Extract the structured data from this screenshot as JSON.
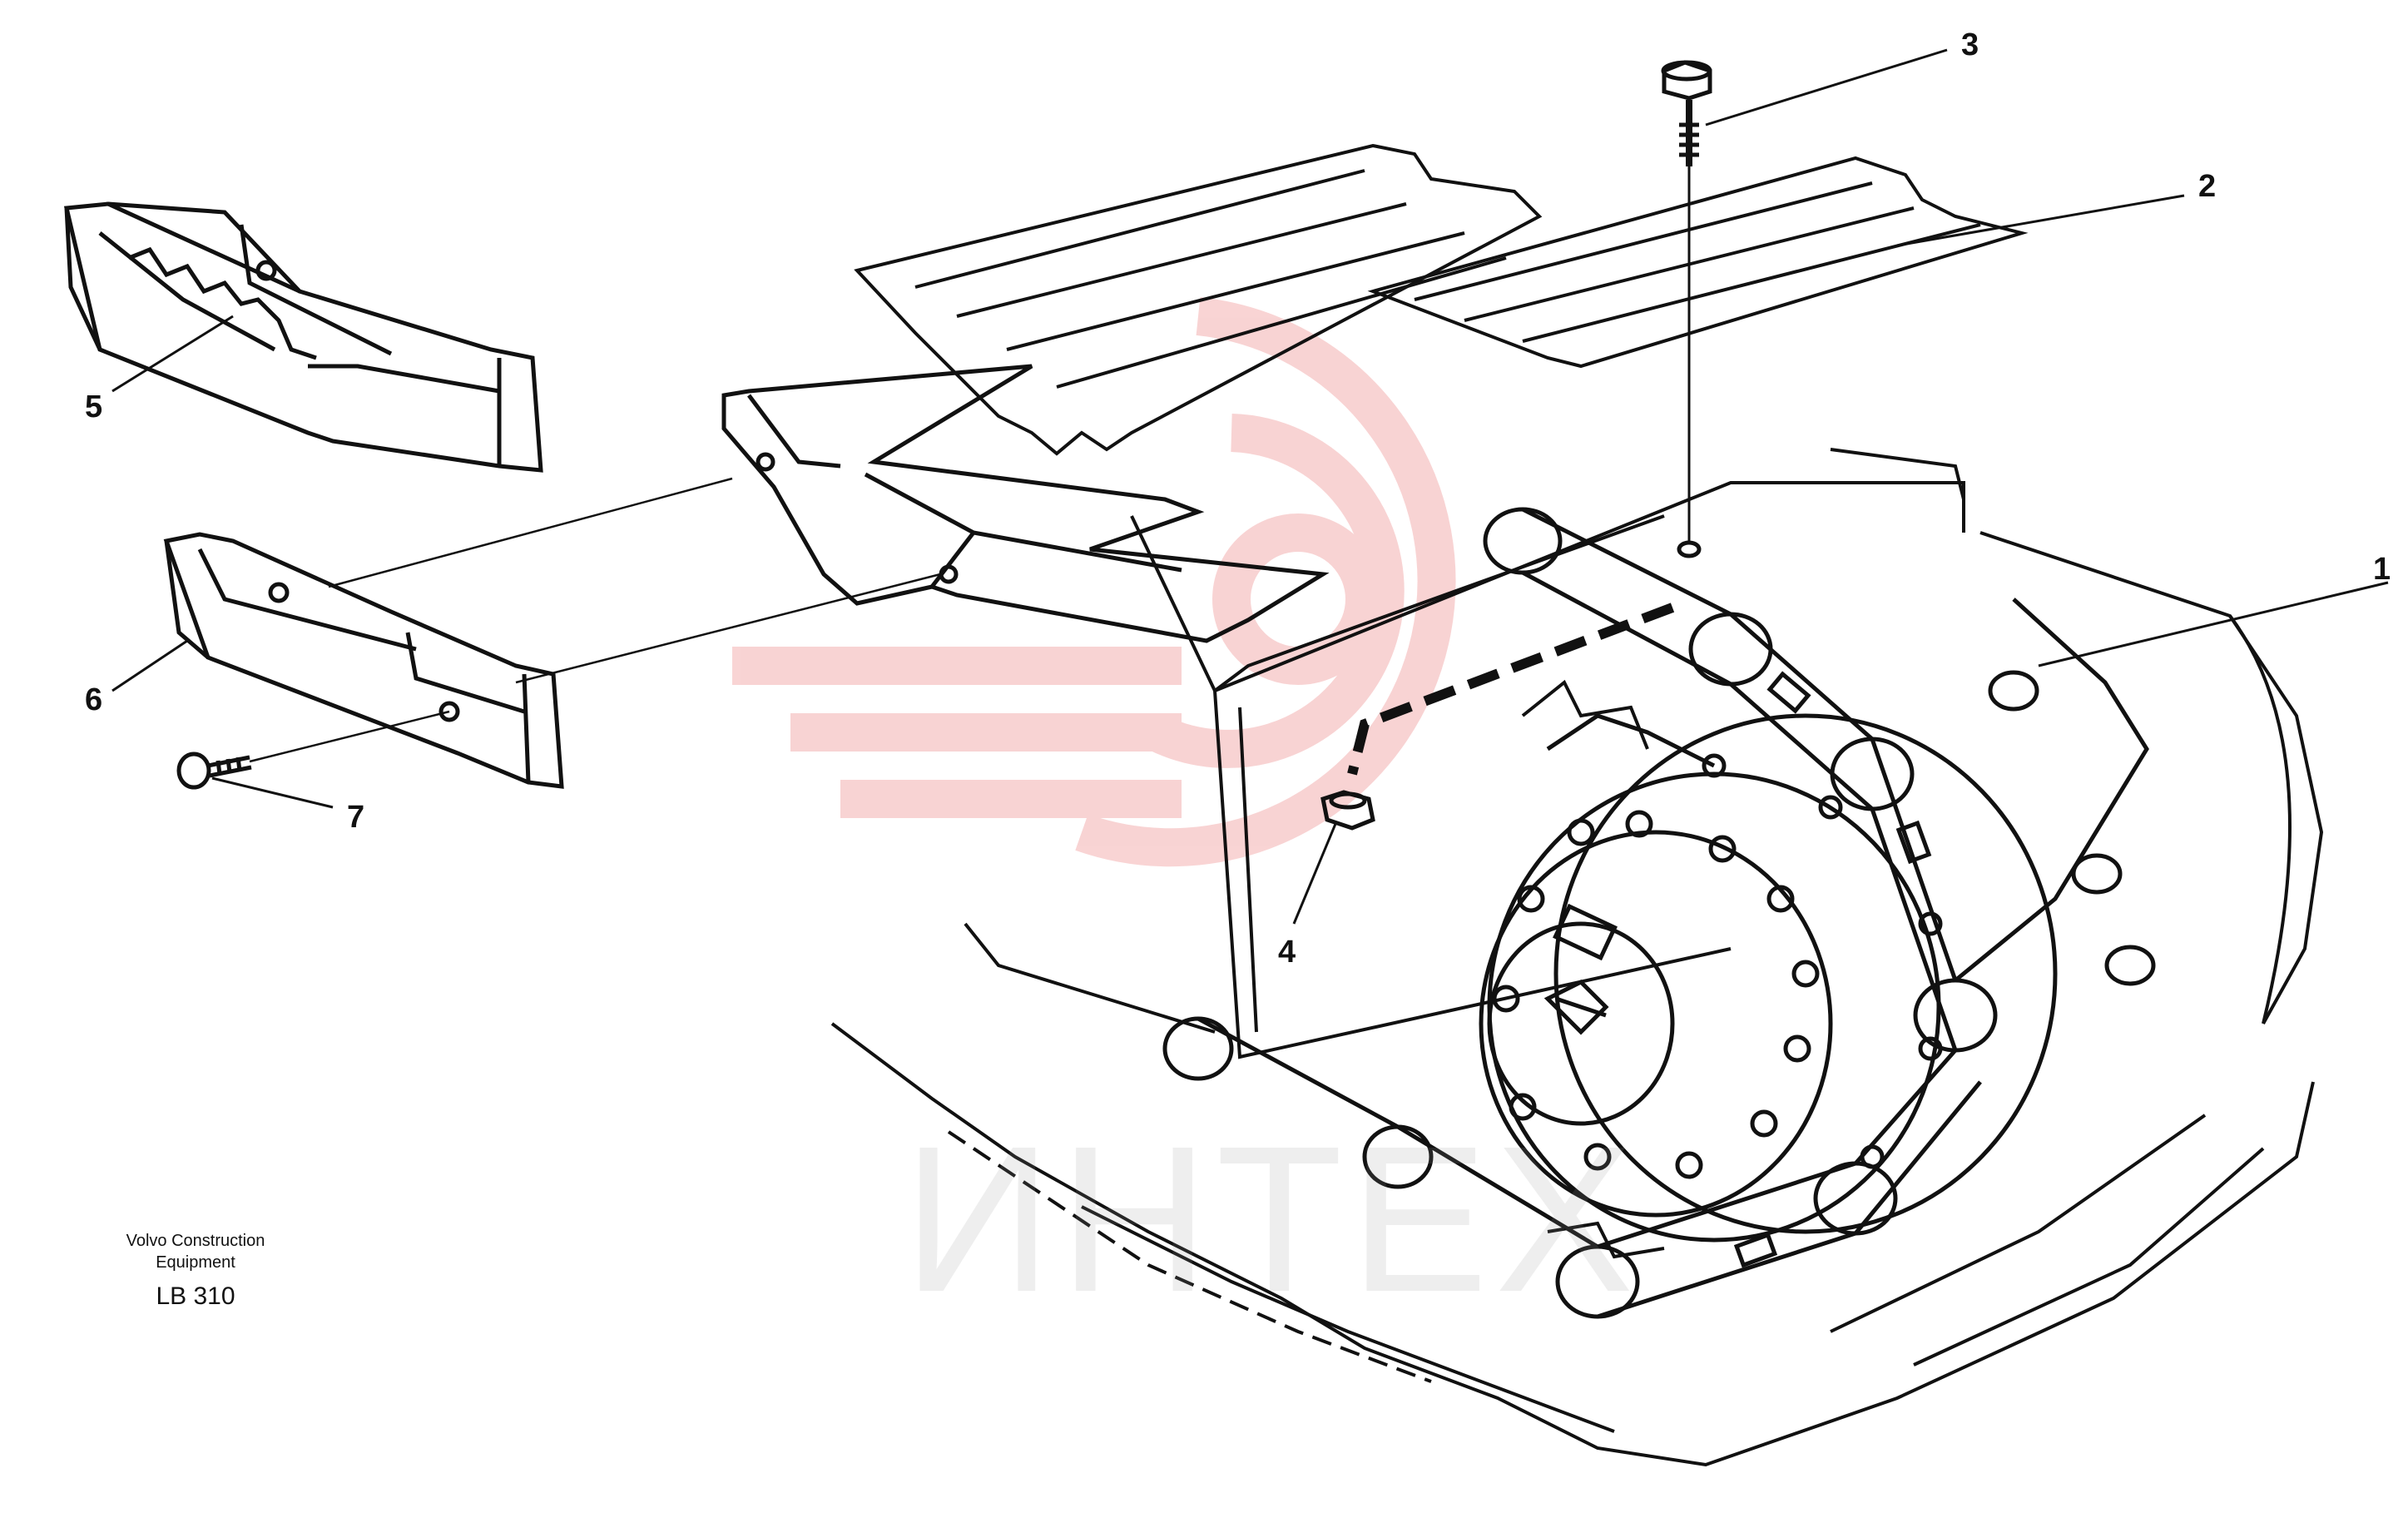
{
  "callouts": {
    "c1": "1",
    "c2": "2",
    "c3": "3",
    "c4": "4",
    "c5": "5",
    "c6": "6",
    "c7": "7"
  },
  "caption": {
    "line1": "Volvo Construction",
    "line2": "Equipment",
    "model": "LB 310"
  },
  "watermark": {
    "text": "ИНТЕХ"
  },
  "colors": {
    "line": "#111111",
    "watermark_red": "#e23b3b",
    "watermark_gray": "#9a9a9a"
  }
}
